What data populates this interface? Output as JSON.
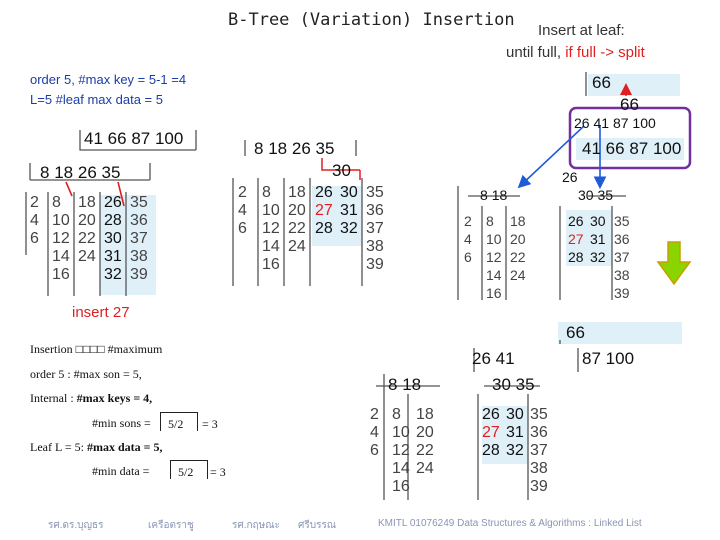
{
  "title": "B-Tree (Variation) Insertion",
  "subtitle_line1": "Insert at leaf:",
  "subtitle_line2_prefix": "until full,",
  "subtitle_line2_red": "if full -> split",
  "info_line1": "order 5, #max key = 5-1 =4",
  "info_line2": "L=5 #leaf max data = 5",
  "insert_label": "insert 27",
  "notes": {
    "insertion_word": "Insertion",
    "insertion_garbled": "□□□□",
    "insertion_tail": "#maximum",
    "order_line": "order 5 : #max son = 5,",
    "internal_prefix": "Internal :",
    "internal_bold": "#max keys = 4,",
    "min_sons": "#min sons =",
    "min_sons_frac": "5/2",
    "min_sons_eq": "= 3",
    "leaf_prefix": "Leaf L = 5:",
    "leaf_bold": "#max data = 5,",
    "min_data": "#min data =",
    "min_data_frac": "5/2",
    "min_data_eq": "= 3"
  },
  "footer": {
    "author1": "รศ.ดร.บุญธร",
    "author1b": "เครือตราชู",
    "author2": "รศ.กฤษณะ",
    "author2b": "ศรีบรรณ",
    "course": "KMITL   01076249 Data Structures & Algorithms : Linked List"
  },
  "trees": {
    "t1": {
      "internal": [
        "41",
        "66",
        "87",
        "100"
      ],
      "child": [
        "8",
        "18",
        "26",
        "35"
      ],
      "leaves": [
        [
          "2",
          "4",
          "6"
        ],
        [
          "8",
          "10",
          "12",
          "14",
          "16"
        ],
        [
          "18",
          "20",
          "22",
          "24"
        ],
        [
          "26",
          "28",
          "30",
          "31",
          "32"
        ],
        [
          "35",
          "36",
          "37",
          "38",
          "39"
        ]
      ]
    },
    "t2": {
      "internal": [
        "8",
        "18",
        "26",
        "35"
      ],
      "new_key": "30",
      "leaves": [
        [
          "2",
          "4",
          "6"
        ],
        [
          "8",
          "10",
          "12",
          "14",
          "16"
        ],
        [
          "18",
          "20",
          "22",
          "24"
        ],
        [
          "26",
          "27",
          "28"
        ],
        [
          "30",
          "31",
          "32"
        ],
        [
          "35",
          "36",
          "37",
          "38",
          "39"
        ]
      ]
    },
    "t3": {
      "root": "66",
      "pushed": "66",
      "internal": [
        "26",
        "41",
        "87",
        "100"
      ],
      "right_internal": [
        "41",
        "66",
        "87",
        "100"
      ],
      "promoted": "26",
      "left_child": [
        "8",
        "18"
      ],
      "right_child": [
        "30",
        "35"
      ],
      "leaves": [
        [
          "2",
          "4",
          "6"
        ],
        [
          "8",
          "10",
          "12",
          "14",
          "16"
        ],
        [
          "18",
          "20",
          "22",
          "24"
        ],
        [
          "26",
          "27",
          "28"
        ],
        [
          "30",
          "31",
          "32"
        ],
        [
          "35",
          "36",
          "37",
          "38",
          "39"
        ]
      ]
    },
    "t4": {
      "root": "66",
      "left": [
        "26",
        "41"
      ],
      "right": [
        "87",
        "100"
      ],
      "left_child": [
        "8",
        "18"
      ],
      "right_child": [
        "30",
        "35"
      ],
      "leaves": [
        [
          "2",
          "4",
          "6"
        ],
        [
          "8",
          "10",
          "12",
          "14",
          "16"
        ],
        [
          "18",
          "20",
          "22",
          "24"
        ],
        [
          "26",
          "27",
          "28"
        ],
        [
          "30",
          "31",
          "32"
        ],
        [
          "35",
          "36",
          "37",
          "38",
          "39"
        ]
      ]
    }
  },
  "colors": {
    "highlight": "#dff0f8",
    "red": "#e02020",
    "purple": "#7030a0",
    "arrow_blue": "#1f5bd8",
    "green_arrow": "#8ad400",
    "info_blue": "#1a3da8"
  }
}
